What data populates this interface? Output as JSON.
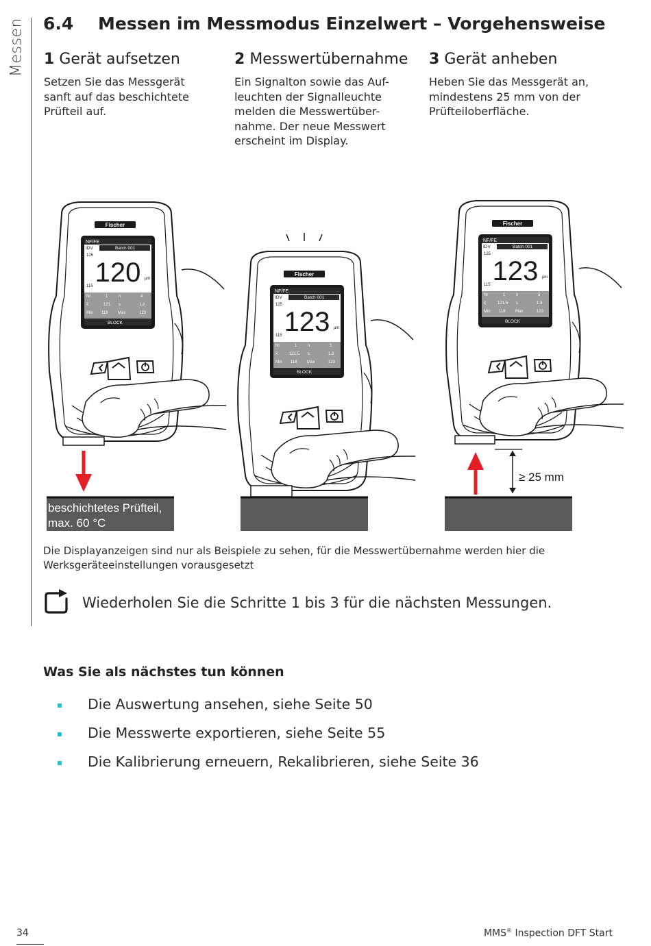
{
  "side_label": "Messen",
  "section": {
    "number": "6.4",
    "title": "Messen im Messmodus Einzelwert – Vorgehensweise"
  },
  "steps": [
    {
      "num": "1",
      "title": "Gerät aufsetzen",
      "text": "Setzen Sie das Messgerät sanft auf das beschichtete Prüfteil auf."
    },
    {
      "num": "2",
      "title": "Messwertübernahme",
      "text": "Ein Signalton sowie das Auf-leuchten der Signalleuchte melden die Messwertüber-nahme. Der neue Messwert erscheint im Display."
    },
    {
      "num": "3",
      "title": "Gerät anheben",
      "text": "Heben Sie das Messgerät an, mindestens 25 mm von der Prüfteiloberfläche."
    }
  ],
  "figure": {
    "brand": "Fischer",
    "devices": [
      {
        "probe": "NF/FE",
        "mode": "IDV",
        "batch": "Batch 001",
        "upper": "125",
        "lower": "115",
        "value": "120",
        "unit": "µm",
        "stats": [
          [
            "Nr",
            "1",
            "n",
            "4"
          ],
          [
            "x̄",
            "121",
            "s",
            "1.2"
          ],
          [
            "Min",
            "118",
            "Max",
            "123"
          ]
        ],
        "footer": "BLOCK"
      },
      {
        "probe": "NF/FE",
        "mode": "IDV",
        "batch": "Batch 001",
        "upper": "125",
        "lower": "115",
        "value": "123",
        "unit": "µm",
        "stats": [
          [
            "Nr",
            "1",
            "n",
            "5"
          ],
          [
            "x̄",
            "121.5",
            "s",
            "1.3"
          ],
          [
            "Min",
            "118",
            "Max",
            "123"
          ]
        ],
        "footer": "BLOCK"
      },
      {
        "probe": "NF/FE",
        "mode": "IDV",
        "batch": "Batch 001",
        "upper": "125",
        "lower": "115",
        "value": "123",
        "unit": "µm",
        "stats": [
          [
            "Nr",
            "1",
            "n",
            "5"
          ],
          [
            "x̄",
            "121.5",
            "s",
            "1.3"
          ],
          [
            "Min",
            "118",
            "Max",
            "123"
          ]
        ],
        "footer": "BLOCK"
      }
    ],
    "surface_label_line1": "beschichtetes Prüfteil,",
    "surface_label_line2": "max. 60 °C",
    "distance_label": "≥ 25 mm",
    "arrow_color": "#e21e26",
    "surface_color": "#5a5a5a"
  },
  "caption": "Die Displayanzeigen sind nur als Beispiele zu sehen, für die Messwertübernahme werden hier die Werksgeräteeinstellungen vorausgesetzt",
  "repeat_icon": "repeat-icon",
  "repeat_text": "Wiederholen Sie die Schritte 1 bis 3 für die nächsten Messungen.",
  "next": {
    "heading": "Was Sie als nächstes tun können",
    "bullet_color": "#1fc8d8",
    "items": [
      "Die Auswertung ansehen, siehe Seite 50",
      "Die Messwerte exportieren, siehe Seite 55",
      "Die Kalibrierung erneuern, Rekalibrieren, siehe Seite 36"
    ]
  },
  "footer": {
    "page": "34",
    "product": "MMS",
    "product_sup": "®",
    "product_rest": " Inspection DFT Start"
  }
}
